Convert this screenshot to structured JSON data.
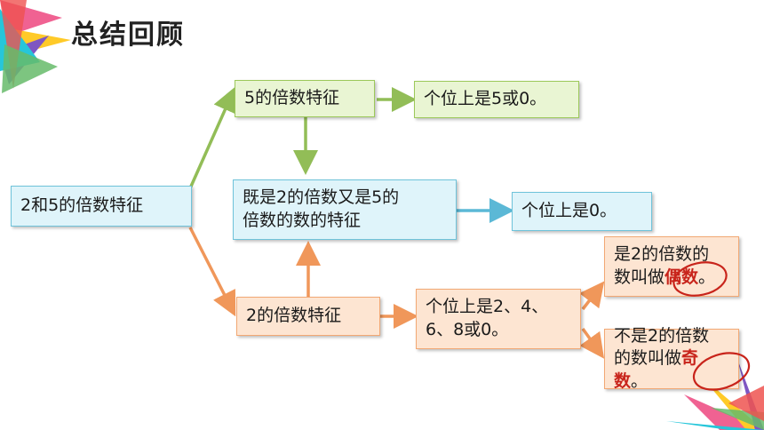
{
  "title": "总结回顾",
  "nodes": {
    "root": "2和5的倍数特征",
    "five_feature": "5的倍数特征",
    "five_rule": "个位上是5或0。",
    "both_line1": "既是2的倍数又是5的",
    "both_line2": "倍数的数的特征",
    "both_rule": "个位上是0。",
    "two_feature": "2的倍数特征",
    "two_rule_line1": "个位上是2、4、",
    "two_rule_line2": "6、8或0。",
    "even_line1": "是2的倍数的",
    "even_prefix": "数叫做",
    "even_term": "偶数",
    "even_suffix": "。",
    "odd_line1": "不是2的倍数",
    "odd_prefix": "的数叫做",
    "odd_term": "奇数",
    "odd_suffix": "。"
  },
  "colors": {
    "blue": "#5bb8d6",
    "green": "#92bd57",
    "orange": "#f0975a",
    "highlight": "#c8241b"
  }
}
